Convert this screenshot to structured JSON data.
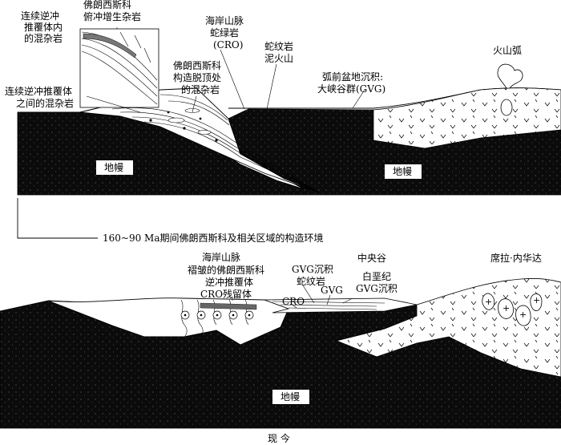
{
  "top_panel": {
    "caption": "160~90 Ma期间佛朗西斯科及相关区域的构造环境",
    "labels": {
      "subduction_melange_1": "佛朗西斯科",
      "subduction_melange_2": "俯冲增生杂岩",
      "thrust_internal_1": "连续逆冲",
      "thrust_internal_2": "推覆体内",
      "thrust_internal_3": "的混杂岩",
      "coast_range_1": "海岸山脉",
      "coast_range_2": "蛇绿岩",
      "coast_range_3": "(CRO)",
      "serpentinite_1": "蛇纹岩",
      "serpentinite_2": "泥火山",
      "franciscan_top_1": "佛朗西斯科",
      "franciscan_top_2": "构造脱顶处",
      "franciscan_top_3": "的混杂岩",
      "between_thrusts_1": "连续逆冲推覆体",
      "between_thrusts_2": "之间的混杂岩",
      "forearc_1": "弧前盆地沉积:",
      "forearc_2": "大峡谷群(GVG)",
      "volcanic_arc": "火山弧",
      "mantle_left": "地幔",
      "mantle_right": "地幔"
    }
  },
  "bottom_panel": {
    "caption": "现  今",
    "labels": {
      "coast_range": "海岸山脉",
      "folded_1": "褶皱的佛朗西斯科",
      "folded_2": "逆冲推覆体",
      "cro_remnant": "CRO残留体",
      "gvg_serp_1": "GVG沉积",
      "gvg_serp_2": "蛇纹岩",
      "cro": "CRO",
      "gvg": "GVG",
      "central_valley": "中央谷",
      "cretaceous_1": "白垩纪",
      "cretaceous_2": "GVG沉积",
      "sierra": "席拉·内华达",
      "mantle": "地幔"
    }
  }
}
